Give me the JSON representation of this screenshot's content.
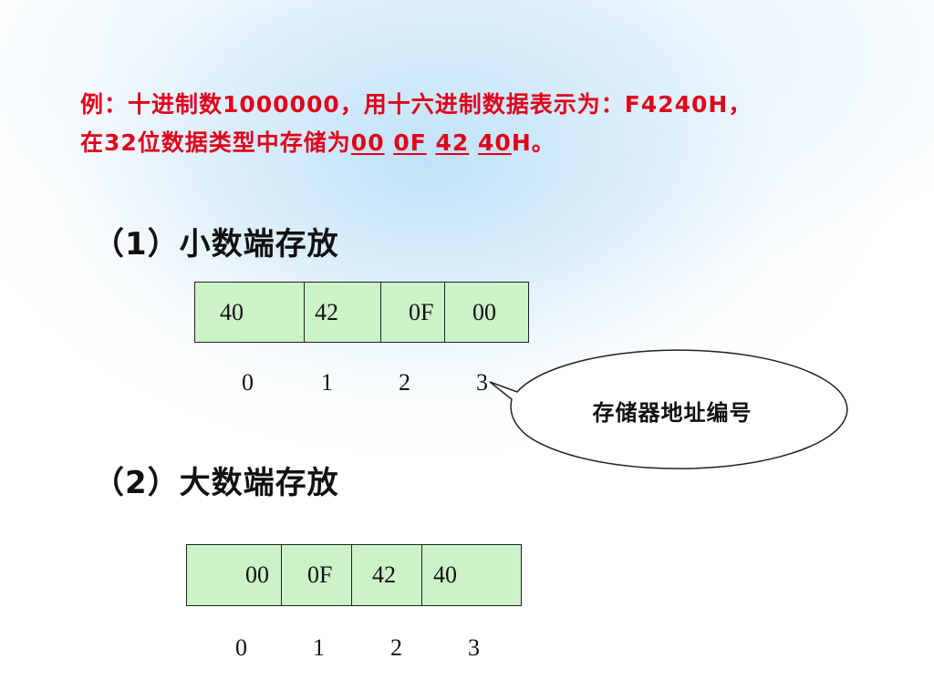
{
  "example": {
    "line1": "例：十进制数1000000，用十六进制数据表示为：F4240H，",
    "line2_prefix": "在32位数据类型中存储为",
    "bytes": [
      "00",
      "0F",
      "42",
      "40"
    ],
    "line2_suffix": "H。"
  },
  "little_endian": {
    "heading": "（1）小数端存放",
    "cells": [
      "40",
      "42",
      "0F",
      "00"
    ],
    "addresses": [
      "0",
      "1",
      "2",
      "3"
    ]
  },
  "callout": {
    "text": "存储器地址编号"
  },
  "big_endian": {
    "heading": "（2）大数端存放",
    "cells": [
      "00",
      "0F",
      "42",
      "40"
    ],
    "addresses": [
      "0",
      "1",
      "2",
      "3"
    ]
  },
  "colors": {
    "red_text": "#e0001b",
    "cell_fill": "#ccf2c8",
    "background_glow": "#bee1f8"
  }
}
